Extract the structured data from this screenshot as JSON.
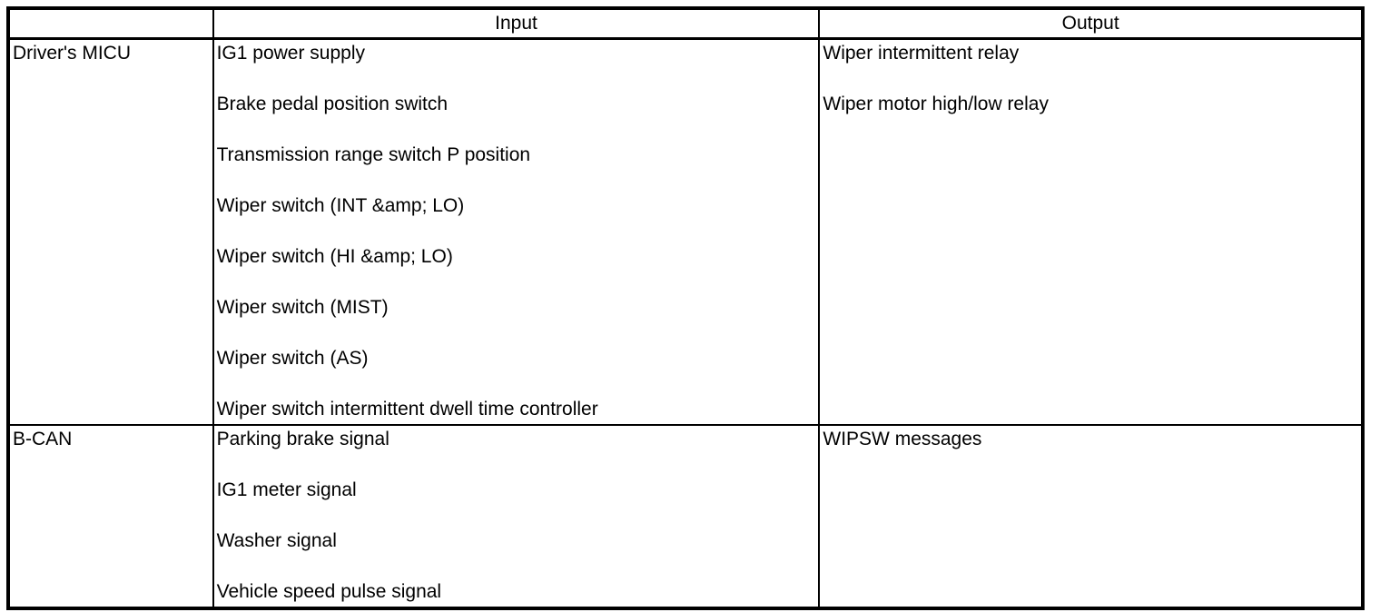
{
  "table": {
    "headers": {
      "blank": "",
      "input": "Input",
      "output": "Output"
    },
    "rows": [
      {
        "source": "Driver's MICU",
        "inputs": [
          "IG1 power supply",
          "Brake pedal position switch",
          "Transmission range switch P position",
          "Wiper switch (INT &amp; LO)",
          "Wiper switch (HI &amp; LO)",
          "Wiper switch (MIST)",
          "Wiper switch (AS)",
          "Wiper switch intermittent dwell time controller"
        ],
        "outputs": [
          "Wiper intermittent relay",
          "Wiper motor high/low relay"
        ]
      },
      {
        "source": "B-CAN",
        "inputs": [
          "Parking brake signal",
          "IG1 meter signal",
          "Washer signal",
          "Vehicle speed pulse signal"
        ],
        "outputs": [
          "WIPSW messages"
        ]
      }
    ]
  }
}
